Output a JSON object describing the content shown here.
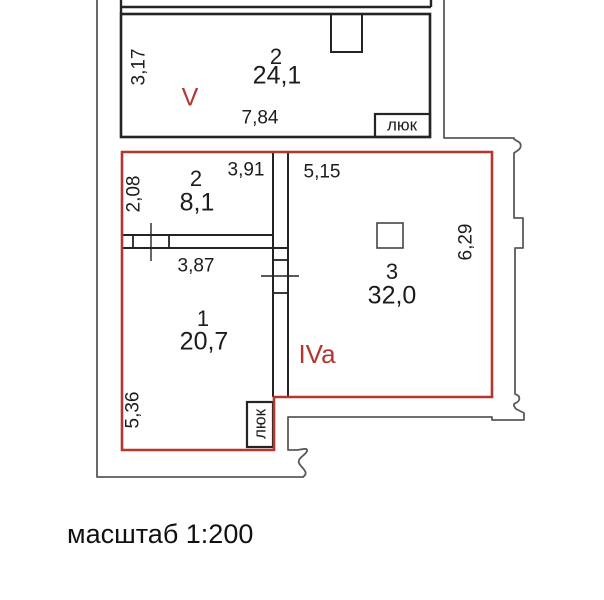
{
  "plan": {
    "scale_label": "масштаб 1:200",
    "colors": {
      "boundary_red": "#b5362f",
      "wall_black": "#242424",
      "outer_gray": "#5a5a5a"
    },
    "upper_room": {
      "section_label": "V",
      "number": "2",
      "area": "24,1",
      "width_dim": "7,84",
      "height_dim": "3,17",
      "hatch_label": "люк"
    },
    "apartment": {
      "section_label": "IVa",
      "room_small": {
        "number": "2",
        "area": "8,1",
        "width_dim": "3,91",
        "height_dim": "2,08"
      },
      "room_living": {
        "number": "1",
        "area": "20,7",
        "width_dim": "3,87",
        "height_dim": "5,36",
        "hatch_label": "люк"
      },
      "room_big": {
        "number": "3",
        "area": "32,0",
        "width_dim": "5,15",
        "height_dim": "6,29"
      }
    }
  }
}
